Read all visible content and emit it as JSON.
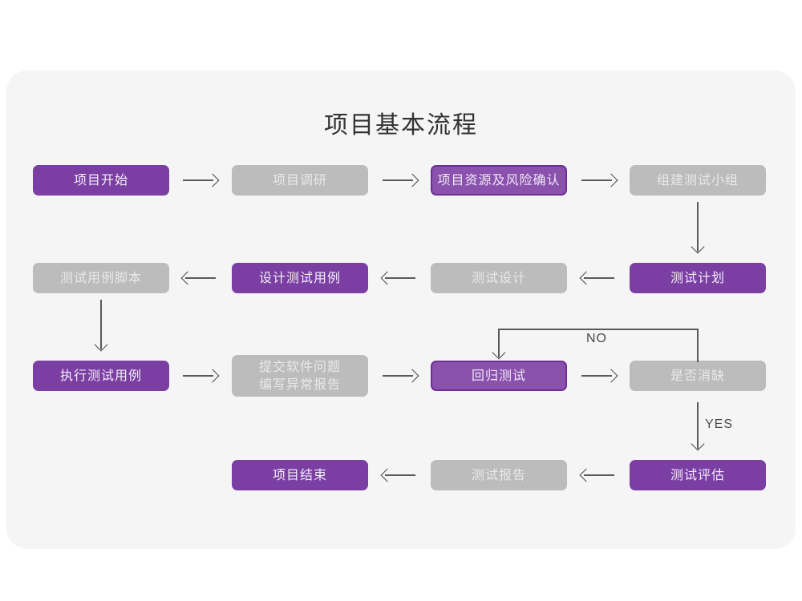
{
  "title": "项目基本流程",
  "palette": {
    "background": "#ffffff",
    "panel": "#f5f5f6",
    "purple_solid": "#7b3fa4",
    "purple_outline_fill": "#8a52ad",
    "purple_outline_border": "#6c2f93",
    "grey": "#bcbcbc",
    "grey_text": "#e9e9e9",
    "connector": "#5a5a5a",
    "title_text": "#333333"
  },
  "nodes": [
    {
      "id": "n1",
      "label": "项目开始",
      "style": "solid",
      "row": 1
    },
    {
      "id": "n2",
      "label": "项目调研",
      "style": "muted",
      "row": 1
    },
    {
      "id": "n3",
      "label": "项目资源及风险确认",
      "style": "outline",
      "row": 1
    },
    {
      "id": "n4",
      "label": "组建测试小组",
      "style": "muted",
      "row": 1
    },
    {
      "id": "n5",
      "label": "测试用例脚本",
      "style": "muted",
      "row": 2
    },
    {
      "id": "n6",
      "label": "设计测试用例",
      "style": "solid",
      "row": 2
    },
    {
      "id": "n7",
      "label": "测试设计",
      "style": "muted",
      "row": 2
    },
    {
      "id": "n8",
      "label": "测试计划",
      "style": "solid",
      "row": 2
    },
    {
      "id": "n9",
      "label": "执行测试用例",
      "style": "solid",
      "row": 3
    },
    {
      "id": "n10",
      "label": "提交软件问题\n编写异常报告",
      "style": "muted",
      "row": 3
    },
    {
      "id": "n11",
      "label": "回归测试",
      "style": "outline",
      "row": 3
    },
    {
      "id": "n12",
      "label": "是否消缺",
      "style": "muted",
      "row": 3
    },
    {
      "id": "n13",
      "label": "项目结束",
      "style": "solid",
      "row": 4
    },
    {
      "id": "n14",
      "label": "测试报告",
      "style": "muted",
      "row": 4
    },
    {
      "id": "n15",
      "label": "测试评估",
      "style": "solid",
      "row": 4
    }
  ],
  "edge_labels": {
    "no": "NO",
    "yes": "YES"
  },
  "flow": [
    {
      "from": "项目开始",
      "to": "项目调研",
      "direction": "right"
    },
    {
      "from": "项目调研",
      "to": "项目资源及风险确认",
      "direction": "right"
    },
    {
      "from": "项目资源及风险确认",
      "to": "组建测试小组",
      "direction": "right"
    },
    {
      "from": "组建测试小组",
      "to": "测试计划",
      "direction": "down"
    },
    {
      "from": "测试计划",
      "to": "测试设计",
      "direction": "left"
    },
    {
      "from": "测试设计",
      "to": "设计测试用例",
      "direction": "left"
    },
    {
      "from": "设计测试用例",
      "to": "测试用例脚本",
      "direction": "left"
    },
    {
      "from": "测试用例脚本",
      "to": "执行测试用例",
      "direction": "down"
    },
    {
      "from": "执行测试用例",
      "to": "提交软件问题编写异常报告",
      "direction": "right"
    },
    {
      "from": "提交软件问题编写异常报告",
      "to": "回归测试",
      "direction": "right"
    },
    {
      "from": "回归测试",
      "to": "是否消缺",
      "direction": "right"
    },
    {
      "from": "是否消缺",
      "to": "回归测试",
      "direction": "loop-up-left-down",
      "label": "NO"
    },
    {
      "from": "是否消缺",
      "to": "测试评估",
      "direction": "down",
      "label": "YES"
    },
    {
      "from": "测试评估",
      "to": "测试报告",
      "direction": "left"
    },
    {
      "from": "测试报告",
      "to": "项目结束",
      "direction": "left"
    }
  ]
}
